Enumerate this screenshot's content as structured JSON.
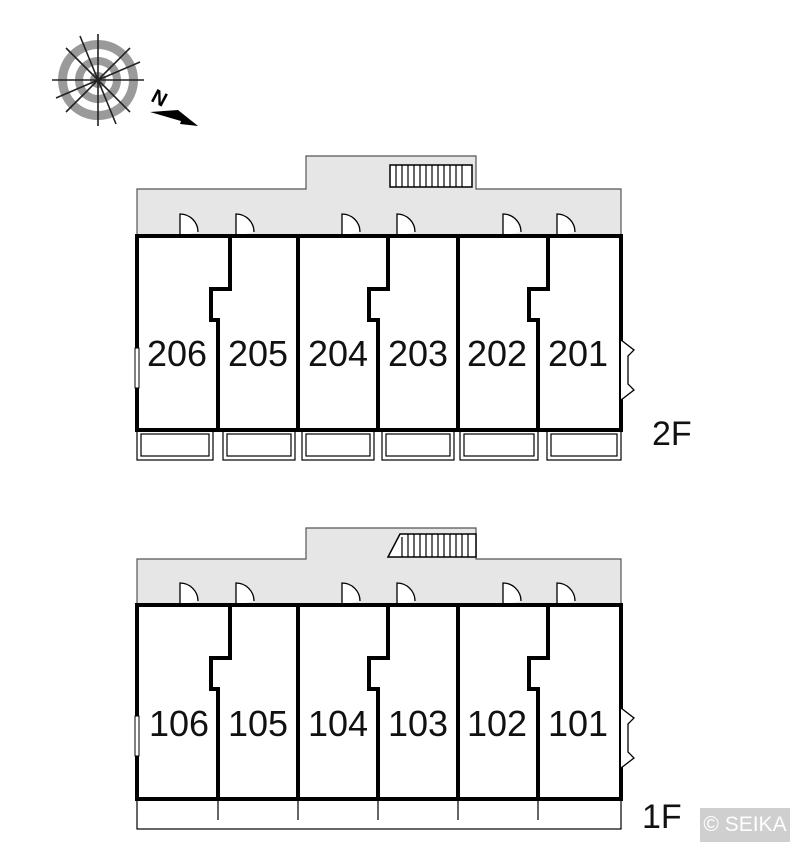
{
  "compass": {
    "north_label": "N",
    "icon": "compass-rose-icon"
  },
  "floors": [
    {
      "id": "2F",
      "label": "2F",
      "rooms": [
        "206",
        "205",
        "204",
        "203",
        "202",
        "201"
      ]
    },
    {
      "id": "1F",
      "label": "1F",
      "rooms": [
        "106",
        "105",
        "104",
        "103",
        "102",
        "101"
      ]
    }
  ],
  "copyright": "© SEIKA",
  "colors": {
    "walkway": "#e6e6e6",
    "wall": "#000000",
    "watermark": "#cfcfcf"
  }
}
